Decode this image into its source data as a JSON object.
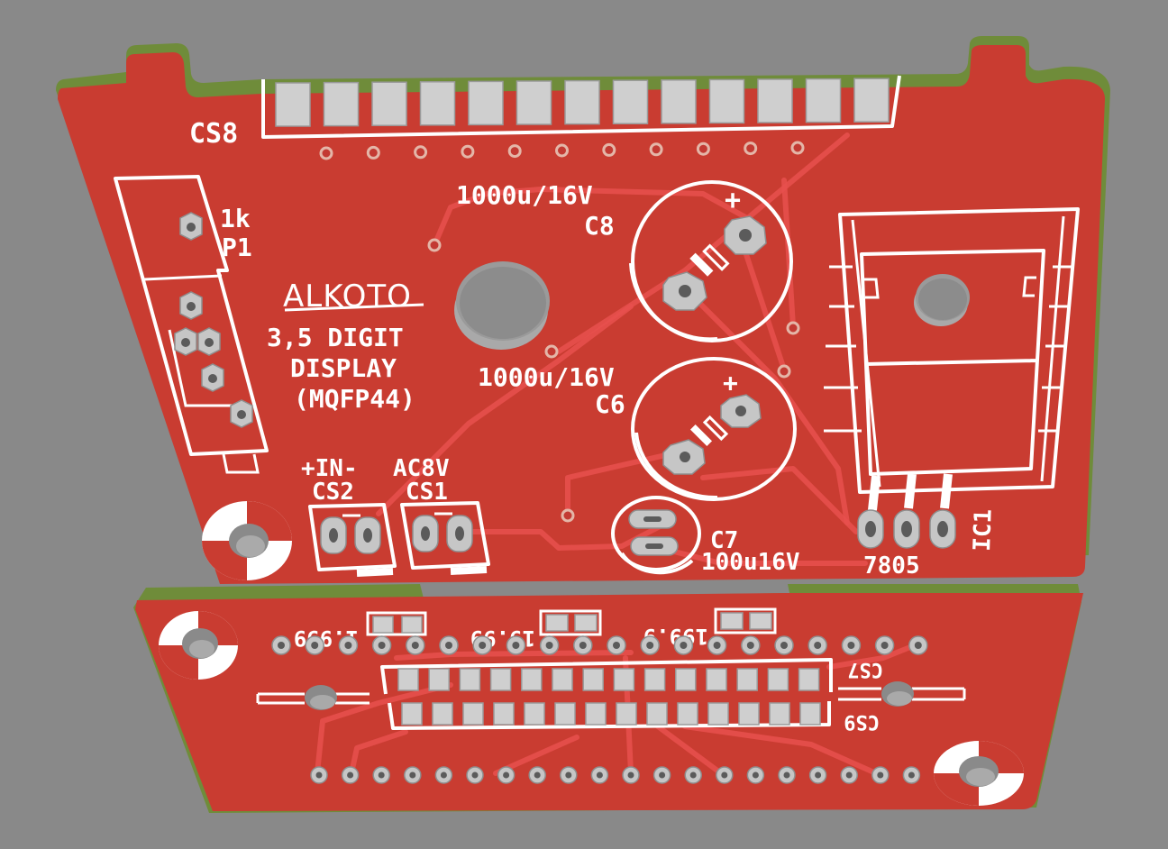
{
  "scene": {
    "background": "#898989",
    "colors": {
      "board": "#c93c31",
      "board_edge": "#6f8c3a",
      "silkscreen": "#ffffff",
      "pad": "#c6c6c6"
    }
  },
  "top_board": {
    "logo": "ALKOTO",
    "title_lines": [
      "3,5 DIGIT",
      "DISPLAY",
      "(MQFP44)"
    ],
    "labels": {
      "cs8": "CS8",
      "p1_value": "1k",
      "p1_ref": "P1",
      "c8_value": "1000u/16V",
      "c8_ref": "C8",
      "c6_value": "1000u/16V",
      "c6_ref": "C6",
      "cs2_pins": "+IN-",
      "cs2_ref": "CS2",
      "cs1_pins": "AC8V",
      "cs1_ref": "CS1",
      "c7_ref": "C7",
      "c7_value": "100u16V",
      "ic1_ref": "IC1",
      "ic1_value": "7805",
      "polarity_c8": "+",
      "polarity_c6": "+"
    }
  },
  "bottom_board": {
    "labels": {
      "range_1": "1.999",
      "range_2": "19.99",
      "range_3": "199.9",
      "cs7": "CS7",
      "cs9": "CS9"
    }
  }
}
